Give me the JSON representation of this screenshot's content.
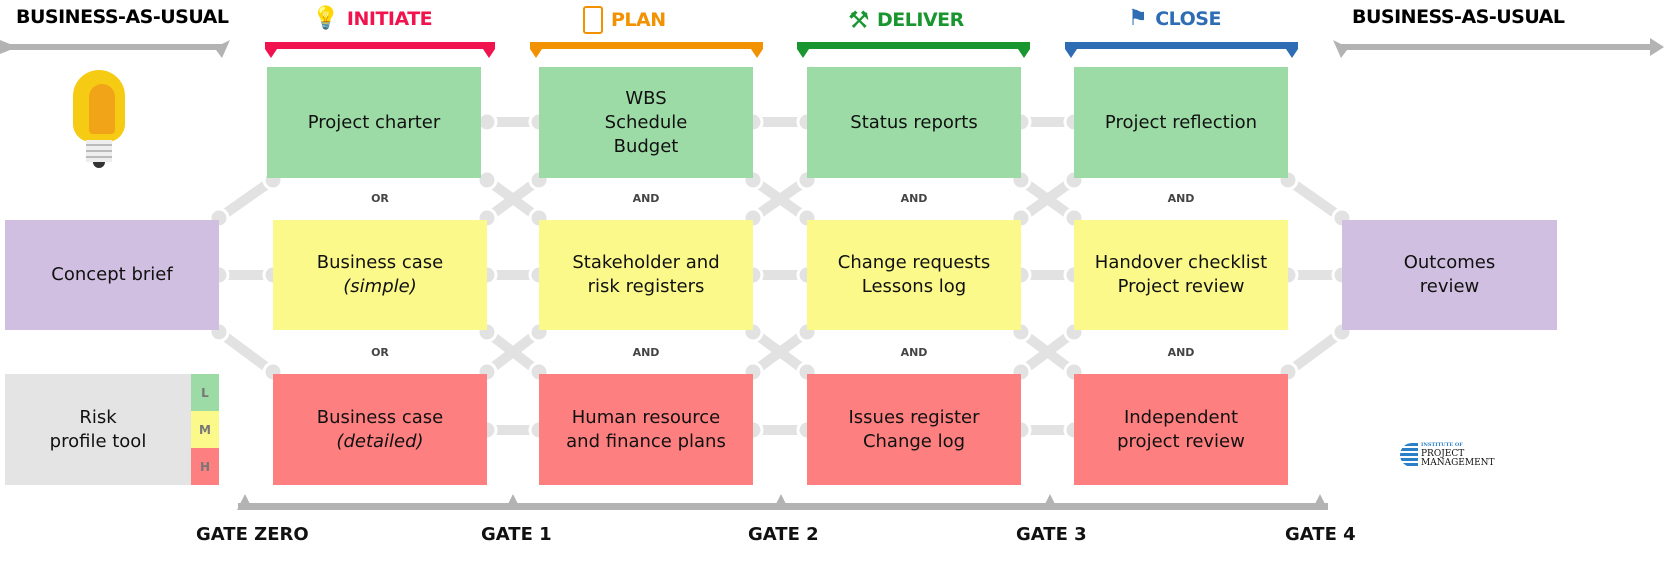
{
  "phases": [
    {
      "label": "BUSINESS-AS-USUAL",
      "color": "#b3b3b3",
      "icon": "none"
    },
    {
      "label": "INITIATE",
      "color": "#f0134d",
      "icon": "lightbulb-gear-icon"
    },
    {
      "label": "PLAN",
      "color": "#f39200",
      "icon": "blueprint-scroll-icon"
    },
    {
      "label": "DELIVER",
      "color": "#1a9630",
      "icon": "hammer-wrench-icon"
    },
    {
      "label": "CLOSE",
      "color": "#2e6db4",
      "icon": "checkered-flag-icon"
    },
    {
      "label": "BUSINESS-AS-USUAL",
      "color": "#b3b3b3",
      "icon": "none"
    }
  ],
  "columns": [
    {
      "row1": [
        "Project charter"
      ],
      "sep1": "OR",
      "row2": [
        "Business case",
        "(simple)"
      ],
      "sep2": "OR",
      "row3": [
        "Business case",
        "(detailed)"
      ]
    },
    {
      "row1": [
        "WBS",
        "Schedule",
        "Budget"
      ],
      "sep1": "AND",
      "row2": [
        "Stakeholder and",
        "risk registers"
      ],
      "sep2": "AND",
      "row3": [
        "Human resource",
        "and finance plans"
      ]
    },
    {
      "row1": [
        "Status reports"
      ],
      "sep1": "AND",
      "row2": [
        "Change requests",
        "Lessons log"
      ],
      "sep2": "AND",
      "row3": [
        "Issues register",
        "Change log"
      ]
    },
    {
      "row1": [
        "Project reflection"
      ],
      "sep1": "AND",
      "row2": [
        "Handover checklist",
        "Project review"
      ],
      "sep2": "AND",
      "row3": [
        "Independent",
        "project review"
      ]
    }
  ],
  "concept_brief": "Concept brief",
  "outcomes_review": [
    "Outcomes",
    "review"
  ],
  "risk_tool": {
    "label": [
      "Risk",
      "profile tool"
    ],
    "levels": [
      "L",
      "M",
      "H"
    ]
  },
  "gates": [
    "GATE ZERO",
    "GATE 1",
    "GATE 2",
    "GATE 3",
    "GATE 4"
  ],
  "logo": {
    "line1": "INSTITUTE OF",
    "line2": "PROJECT",
    "line3": "MANAGEMENT"
  },
  "colors": {
    "green": "#9cdba5",
    "yellow": "#faf98a",
    "red": "#fe7f7f",
    "purple": "#d0bfe0",
    "grey": "#e4e4e4",
    "connector": "#e2e2e2"
  }
}
